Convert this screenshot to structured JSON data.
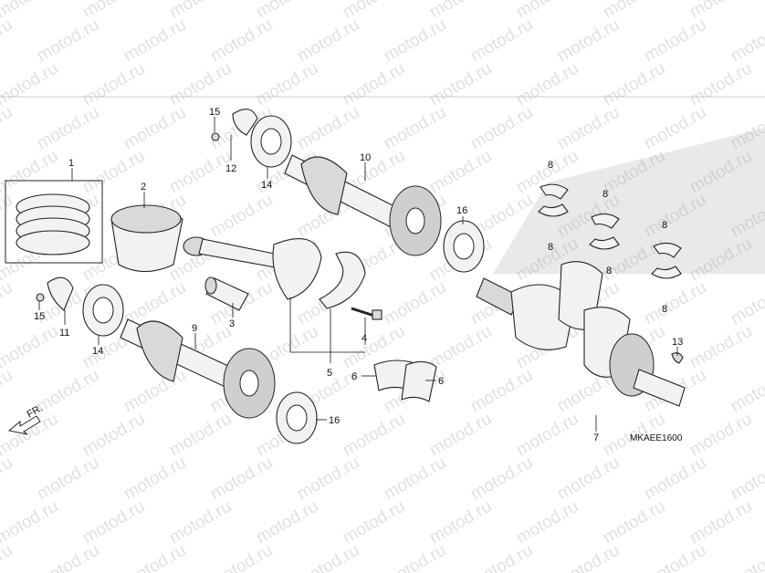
{
  "watermark": {
    "text": "motod.ru",
    "color": "#c8c8c8"
  },
  "diagram_code": "MKAEE1600",
  "direction_label": "FR.",
  "callouts": {
    "c1": "1",
    "c2": "2",
    "c3": "3",
    "c4": "4",
    "c5": "5",
    "c6a": "6",
    "c6b": "6",
    "c7": "7",
    "c8a": "8",
    "c8b": "8",
    "c8c": "8",
    "c8d": "8",
    "c8e": "8",
    "c8f": "8",
    "c9": "9",
    "c10": "10",
    "c11": "11",
    "c12": "12",
    "c13": "13",
    "c14a": "14",
    "c14b": "14",
    "c15a": "15",
    "c15b": "15",
    "c16a": "16",
    "c16b": "16"
  },
  "icons": [
    "piston-rings",
    "piston",
    "piston-pin",
    "connecting-rod",
    "bolt",
    "bearing",
    "balancer-shaft",
    "crankshaft",
    "key",
    "direction-arrow"
  ]
}
